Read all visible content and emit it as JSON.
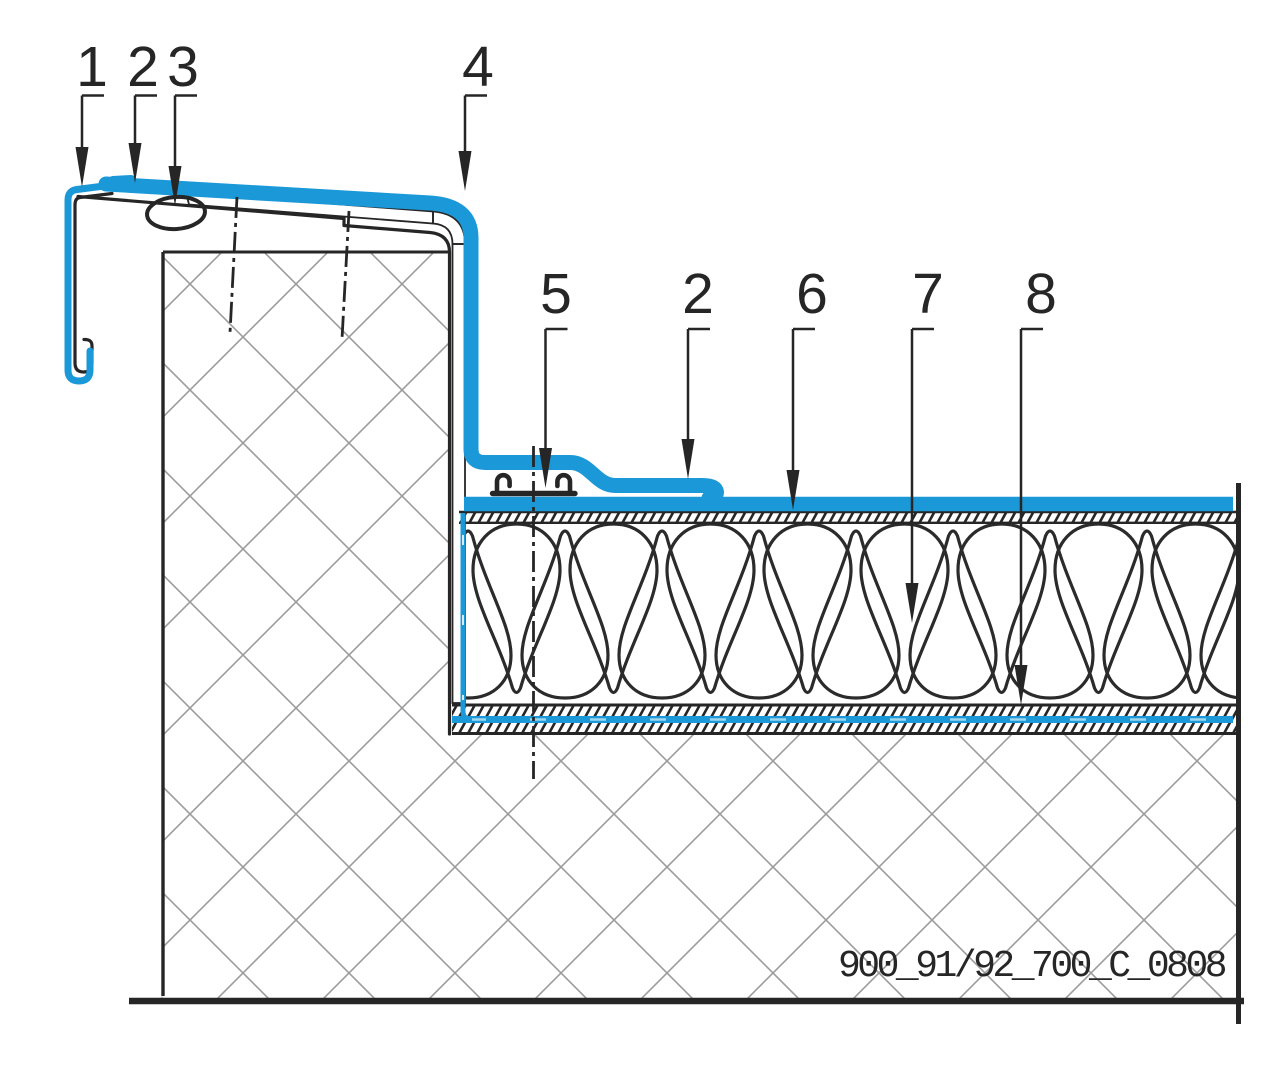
{
  "drawing": {
    "type": "construction-detail-cross-section",
    "title_code": "900_91/92_700_C_0808",
    "callouts_top": [
      {
        "label": "1"
      },
      {
        "label": "2"
      },
      {
        "label": "3"
      },
      {
        "label": "4"
      }
    ],
    "callouts_mid": [
      {
        "label": "5"
      },
      {
        "label": "2"
      },
      {
        "label": "6"
      },
      {
        "label": "7"
      },
      {
        "label": "8"
      }
    ],
    "colors": {
      "membrane_blue": "#1b98d8",
      "membrane_blue_light": "#9fd6f0",
      "line": "#262626",
      "hatch_gray": "#9c9c9c",
      "background": "#ffffff"
    }
  }
}
